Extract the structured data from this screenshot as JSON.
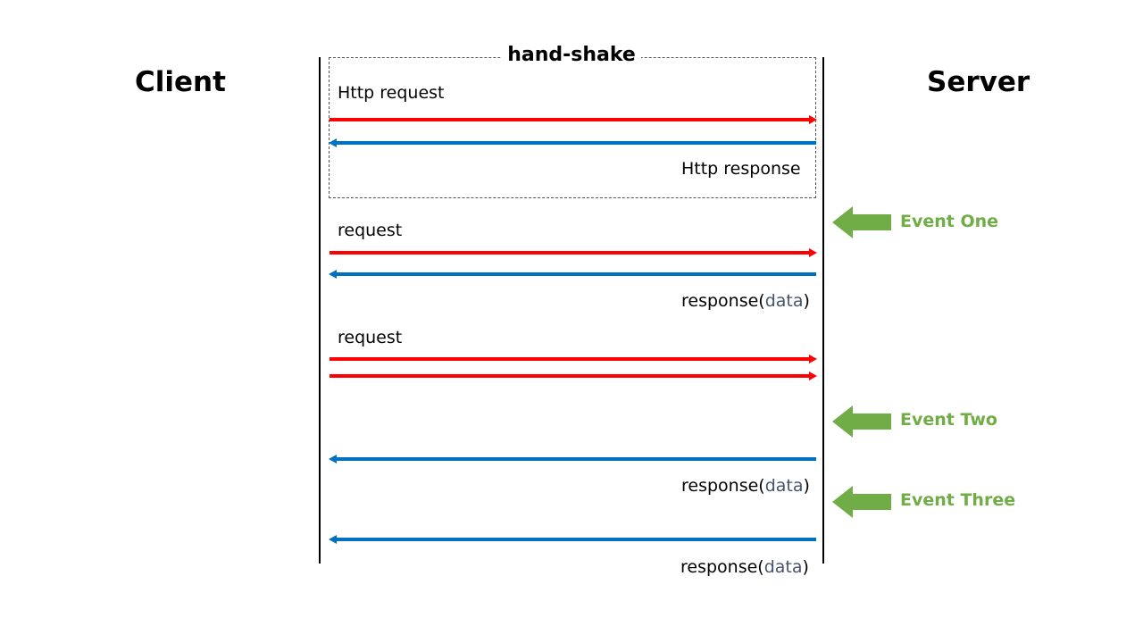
{
  "participants": {
    "client": "Client",
    "server": "Server"
  },
  "handshake": {
    "title": "hand-shake",
    "request": "Http request",
    "response": "Http response"
  },
  "messages": {
    "request_label": "request",
    "response_prefix": "response(",
    "response_data": "data",
    "response_suffix": ")"
  },
  "events": [
    "Event One",
    "Event Two",
    "Event Three"
  ],
  "colors": {
    "request_arrow": "#ff0000",
    "response_arrow": "#0070c0",
    "event_arrow": "#70ad47",
    "data_text": "#44546a"
  }
}
